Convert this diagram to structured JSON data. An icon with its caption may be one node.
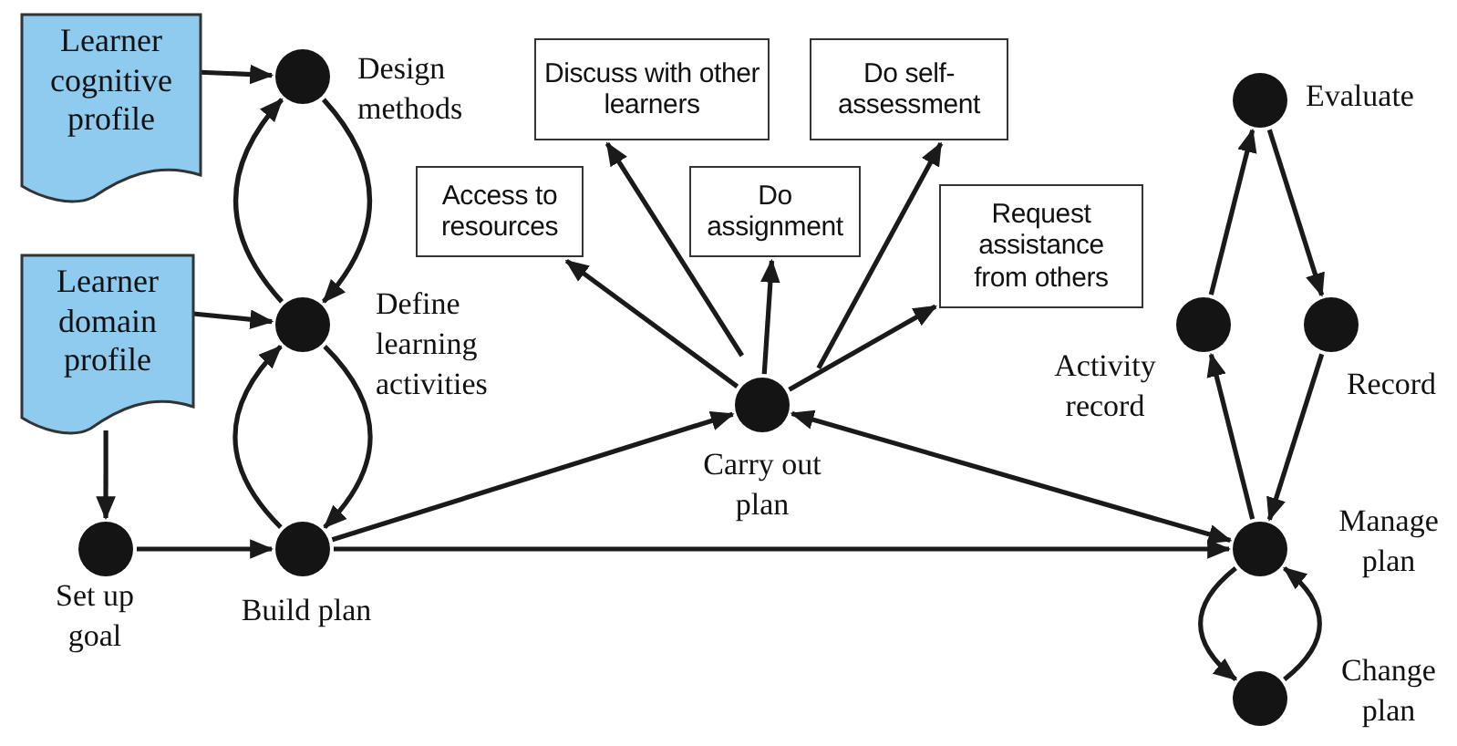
{
  "diagram": {
    "nodes": [
      {
        "text": [
          "Learner cognitive profile"
        ]
      },
      {
        "text": [],
        "shape": "circle",
        "beside": [
          "Design methods"
        ]
      },
      {
        "text": [
          "Learner domain profile"
        ]
      },
      {
        "text": [],
        "shape": "circle",
        "beside": [
          "Define learning activities"
        ]
      },
      {
        "text": [],
        "shape": "circle",
        "beside": [
          "Set up goal"
        ]
      },
      {
        "text": [],
        "shape": "circle",
        "beside": [
          "Build plan"
        ]
      },
      {
        "text": [
          "Access to resources"
        ]
      },
      {
        "text": [
          "Discuss with other learners"
        ]
      },
      {
        "text": [
          "Do assignment"
        ]
      },
      {
        "text": [
          "Do self-assessment"
        ]
      },
      {
        "text": [
          "Request assistance from others"
        ]
      },
      {
        "text": [],
        "shape": "circle",
        "beside": [
          "Carry out plan"
        ]
      },
      {
        "text": [],
        "shape": "circle",
        "beside": [
          "Evaluate"
        ]
      },
      {
        "text": [],
        "shape": "circle",
        "beside": [
          "Activity record"
        ]
      },
      {
        "text": [],
        "shape": "circle",
        "beside": [
          "Record"
        ]
      },
      {
        "text": [],
        "shape": "circle",
        "beside": [
          "Manage plan"
        ]
      },
      {
        "text": [],
        "shape": "circle",
        "beside": [
          "Change plan"
        ]
      }
    ],
    "edges": [
      {
        "from": 0,
        "to": 1,
        "arrow": "to"
      },
      {
        "from": 1,
        "to": 3,
        "arrow": "to"
      },
      {
        "from": 3,
        "to": 1,
        "arrow": "to"
      },
      {
        "from": 2,
        "to": 3,
        "arrow": "to"
      },
      {
        "from": 2,
        "to": 4,
        "arrow": "to"
      },
      {
        "from": 4,
        "to": 5,
        "arrow": "to"
      },
      {
        "from": 3,
        "to": 5,
        "arrow": "to"
      },
      {
        "from": 5,
        "to": 3,
        "arrow": "to"
      },
      {
        "from": 5,
        "to": 11,
        "arrow": "to"
      },
      {
        "from": 5,
        "to": 15,
        "arrow": "to"
      },
      {
        "from": 11,
        "to": 6,
        "arrow": "to"
      },
      {
        "from": 11,
        "to": 7,
        "arrow": "to"
      },
      {
        "from": 11,
        "to": 8,
        "arrow": "to"
      },
      {
        "from": 11,
        "to": 9,
        "arrow": "to"
      },
      {
        "from": 11,
        "to": 10,
        "arrow": "to"
      },
      {
        "from": 15,
        "to": 11,
        "arrow": "both"
      },
      {
        "from": 15,
        "to": 13,
        "arrow": "to"
      },
      {
        "from": 13,
        "to": 12,
        "arrow": "to"
      },
      {
        "from": 12,
        "to": 14,
        "arrow": "to"
      },
      {
        "from": 14,
        "to": 15,
        "arrow": "to"
      },
      {
        "from": 15,
        "to": 16,
        "arrow": "to"
      },
      {
        "from": 16,
        "to": 15,
        "arrow": "to"
      }
    ]
  }
}
